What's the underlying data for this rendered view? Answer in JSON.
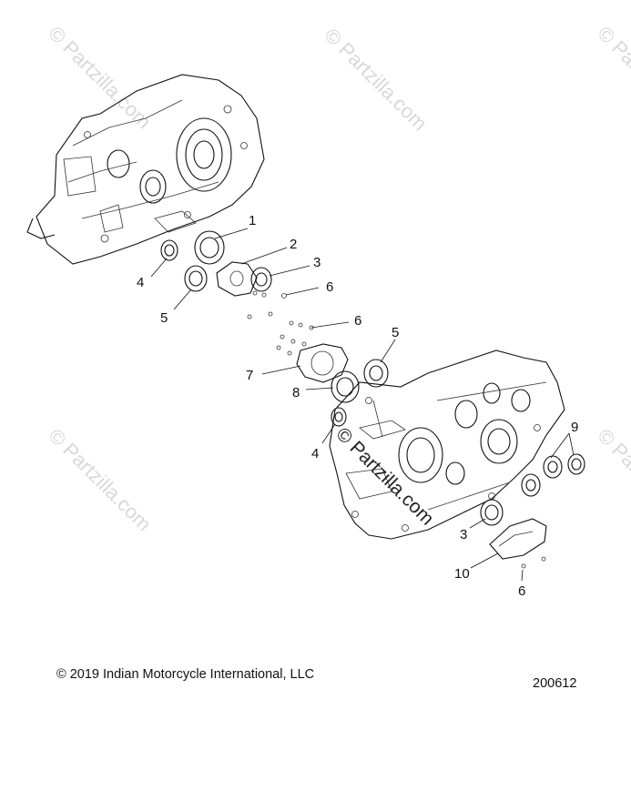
{
  "watermarks": [
    "© Partzilla.com",
    "© Partzilla.com",
    "© Partzilla.com",
    "© Partzilla.com",
    "© Partzilla.com",
    "© Partzilla.com"
  ],
  "callouts": [
    "1",
    "2",
    "3",
    "6",
    "6",
    "4",
    "5",
    "5",
    "7",
    "8",
    "4",
    "9",
    "3",
    "10",
    "6"
  ],
  "copyright": "© 2019 Indian Motorcycle International, LLC",
  "doc_number": "200612"
}
